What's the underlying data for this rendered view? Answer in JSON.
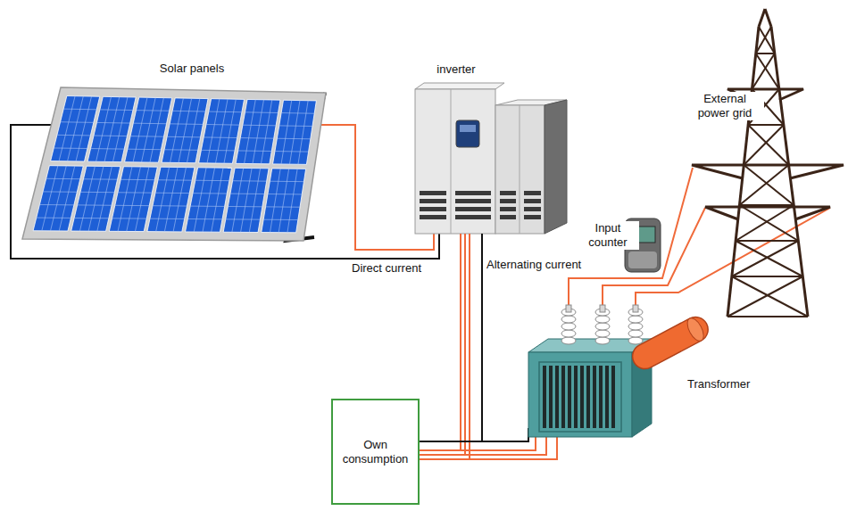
{
  "diagram": {
    "nodes": [
      {
        "text": [
          "Own consumption"
        ]
      }
    ],
    "labels": [
      "Solar panels",
      "inverter",
      "Direct current",
      "Alternating current",
      "Input counter",
      "External power grid",
      "Transformer"
    ]
  }
}
